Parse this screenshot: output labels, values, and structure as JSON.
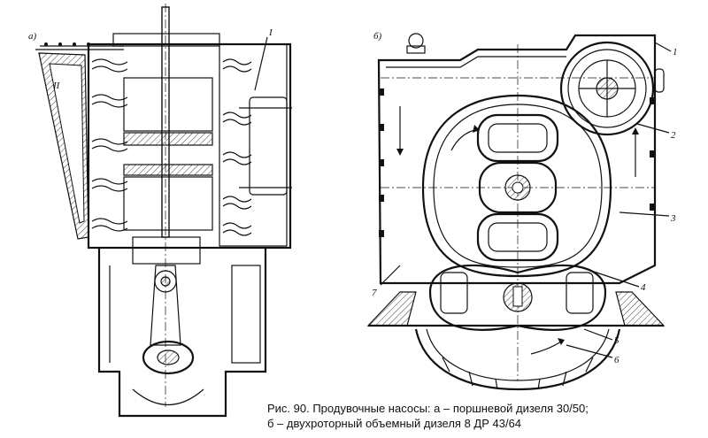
{
  "figure": {
    "panel_a_label": "а)",
    "panel_b_label": "б)",
    "labels_a": {
      "l1": "I",
      "l2": "II"
    },
    "labels_b": {
      "n1": "1",
      "n2": "2",
      "n3": "3",
      "n4": "4",
      "n5": "5",
      "n6": "6",
      "n7": "7"
    },
    "caption_line1": "Рис. 90. Продувочные насосы: а – поршневой дизеля 30/50;",
    "caption_line2": "б – двухроторный объемный дизеля 8 ДР 43/64"
  }
}
